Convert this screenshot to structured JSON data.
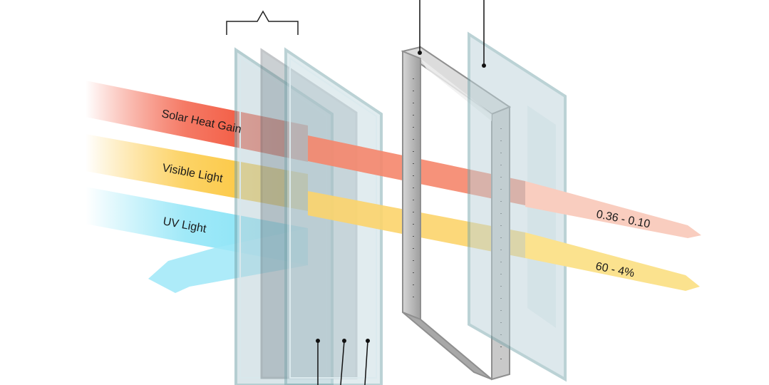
{
  "beams": {
    "solar_heat_gain": {
      "label": "Solar Heat Gain",
      "value": "0.36 - 0.10",
      "color": "#f03a1c"
    },
    "visible_light": {
      "label": "Visible Light",
      "value": "60 - 4%",
      "color": "#fbbd22"
    },
    "uv_light": {
      "label": "UV Light",
      "color": "#7fe1f5"
    }
  },
  "colors": {
    "glass_edge": "#7aa7ad",
    "glass_fill": "#bcd3da",
    "tinted_glass": "#6d7c84",
    "spacer": "#b5b5b5"
  }
}
